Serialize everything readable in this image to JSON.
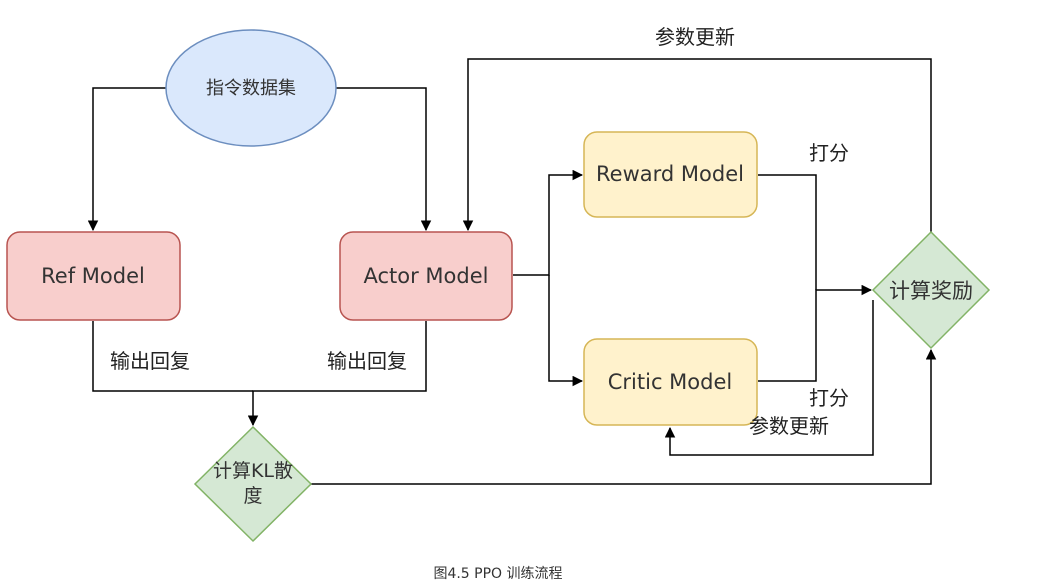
{
  "nodes": {
    "dataset": "指令数据集",
    "ref_model": "Ref Model",
    "actor_model": "Actor Model",
    "reward_model": "Reward Model",
    "critic_model": "Critic Model",
    "compute_reward": "计算奖励",
    "compute_kl_line1": "计算KL散",
    "compute_kl_line2": "度"
  },
  "edge_labels": {
    "param_update_top": "参数更新",
    "score_reward": "打分",
    "score_critic": "打分",
    "param_update_critic": "参数更新",
    "output_ref": "输出回复",
    "output_actor": "输出回复"
  },
  "caption": "图4.5 PPO 训练流程",
  "colors": {
    "dataset_fill": "#dae8fc",
    "dataset_stroke": "#6c8ebf",
    "model_red_fill": "#f8cecc",
    "model_red_stroke": "#b85450",
    "model_yellow_fill": "#fff2cc",
    "model_yellow_stroke": "#d6b656",
    "diamond_fill": "#d5e8d4",
    "diamond_stroke": "#82b366",
    "edge": "#000000"
  }
}
